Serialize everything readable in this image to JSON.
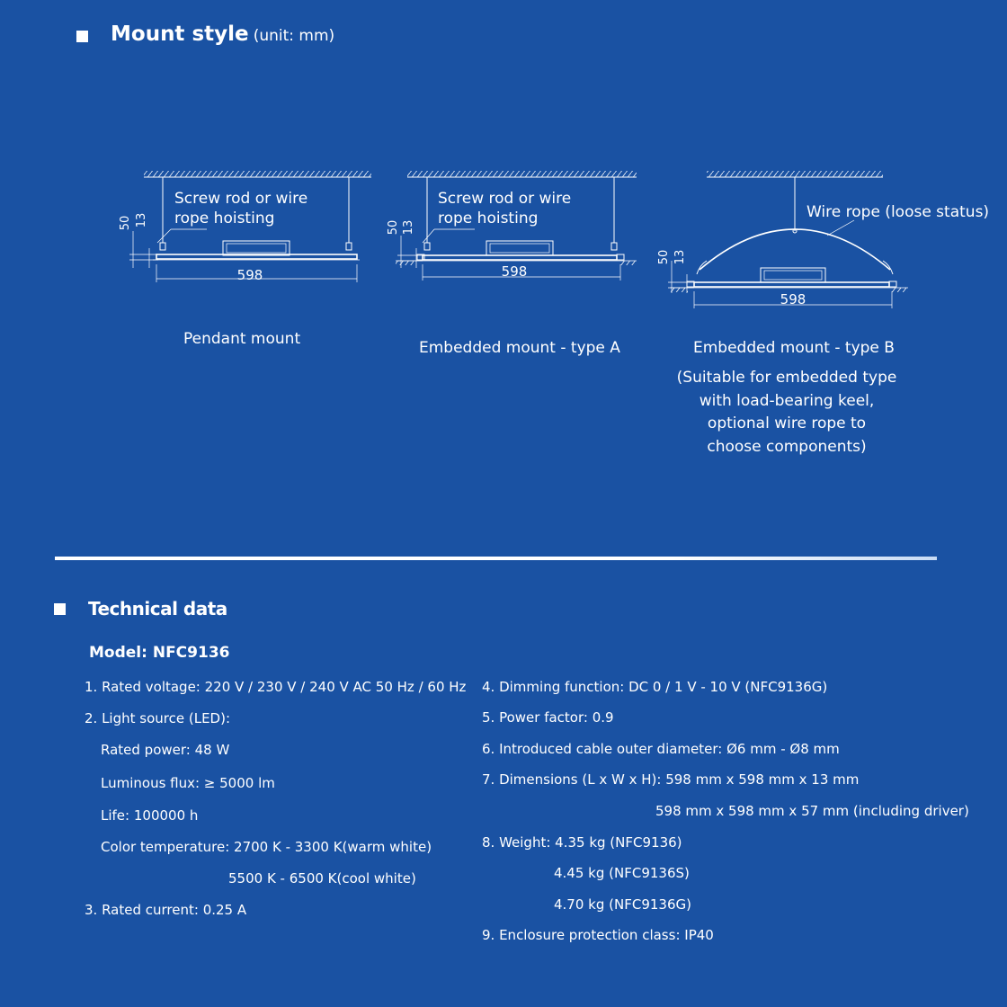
{
  "mount": {
    "title": "Mount style",
    "unit": "(unit: mm)",
    "diagrams": [
      {
        "annotation_line1": "Screw rod or wire",
        "annotation_line2": "rope hoisting",
        "dim_width": "598",
        "dim_a": "50",
        "dim_b": "13",
        "caption": "Pendant mount"
      },
      {
        "annotation_line1": "Screw rod or wire",
        "annotation_line2": "rope hoisting",
        "dim_width": "598",
        "dim_a": "50",
        "dim_b": "13",
        "caption": "Embedded mount - type A"
      },
      {
        "annotation_line1": "Wire rope (loose status)",
        "dim_width": "598",
        "dim_a": "50",
        "dim_b": "13",
        "caption": "Embedded mount - type B",
        "note": [
          "(Suitable for embedded type",
          "with load-bearing keel,",
          "optional wire rope to",
          "choose components)"
        ]
      }
    ]
  },
  "tech": {
    "title": "Technical data",
    "model": "Model: NFC9136",
    "left": [
      "1. Rated voltage: 220 V / 230 V / 240 V AC 50 Hz / 60 Hz",
      "2. Light source (LED):",
      "Rated power: 48 W",
      "Luminous flux: ≥ 5000 lm",
      "Life: 100000 h",
      "Color temperature: 2700 K - 3300 K(warm white)",
      "5500 K - 6500 K(cool white)",
      "3. Rated current: 0.25 A"
    ],
    "right": [
      "4. Dimming function: DC 0 / 1 V - 10 V (NFC9136G)",
      "5. Power factor: 0.9",
      "6. Introduced cable outer diameter: Ø6 mm - Ø8 mm",
      "7. Dimensions (L x W x H): 598 mm x 598 mm x 13 mm",
      "598 mm x 598 mm x 57 mm (including driver)",
      "8. Weight: 4.35 kg (NFC9136)",
      "4.45 kg (NFC9136S)",
      "4.70 kg (NFC9136G)",
      "9. Enclosure protection class: IP40"
    ]
  }
}
